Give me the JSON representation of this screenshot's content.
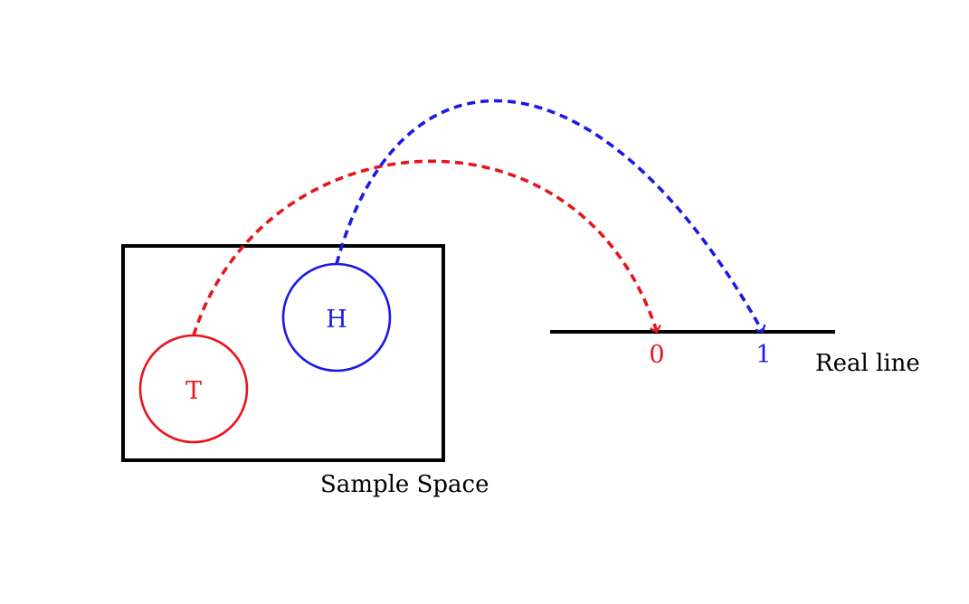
{
  "sample_space": {
    "label": "Sample Space",
    "outcomes": [
      {
        "id": "tails",
        "label": "T",
        "color": "#e8141c"
      },
      {
        "id": "heads",
        "label": "H",
        "color": "#1a1ae6"
      }
    ]
  },
  "real_line": {
    "label": "Real line",
    "points": [
      {
        "label": "0",
        "color": "#e8141c",
        "value": 0
      },
      {
        "label": "1",
        "color": "#1a1ae6",
        "value": 1
      }
    ]
  },
  "mappings": [
    {
      "from": "T",
      "to": "0",
      "color": "#e8141c",
      "style": "dashed"
    },
    {
      "from": "H",
      "to": "1",
      "color": "#1a1ae6",
      "style": "dashed"
    }
  ]
}
